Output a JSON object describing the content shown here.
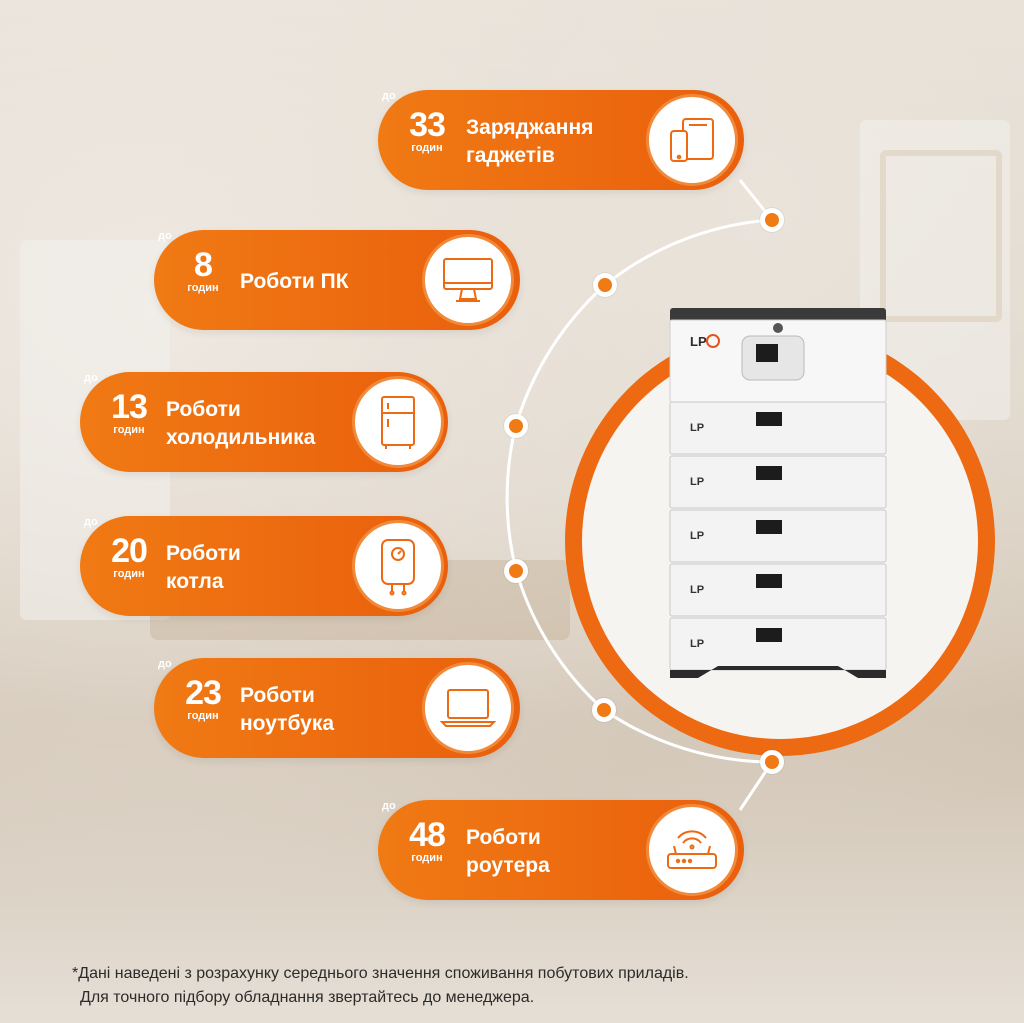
{
  "items": [
    {
      "prefix": "до",
      "number": "33",
      "unit": "годин",
      "label_line1": "Заряджання",
      "label_line2": "гаджетів",
      "icon": "tablet-phone-icon"
    },
    {
      "prefix": "до",
      "number": "8",
      "unit": "годин",
      "label_line1": "Роботи ПК",
      "label_line2": "",
      "icon": "monitor-icon"
    },
    {
      "prefix": "до",
      "number": "13",
      "unit": "годин",
      "label_line1": "Роботи",
      "label_line2": "холодильника",
      "icon": "fridge-icon"
    },
    {
      "prefix": "до",
      "number": "20",
      "unit": "годин",
      "label_line1": "Роботи",
      "label_line2": "котла",
      "icon": "boiler-icon"
    },
    {
      "prefix": "до",
      "number": "23",
      "unit": "годин",
      "label_line1": "Роботи",
      "label_line2": "ноутбука",
      "icon": "laptop-icon"
    },
    {
      "prefix": "до",
      "number": "48",
      "unit": "годин",
      "label_line1": "Роботи",
      "label_line2": "роутера",
      "icon": "router-icon"
    }
  ],
  "battery": {
    "brand": "LP",
    "module_count": 5
  },
  "footnote": {
    "line1": "*Дані наведені з розрахунку середнього значення споживання побутових приладів.",
    "line2": "Для точного підбору обладнання звертайтесь до менеджера."
  },
  "colors": {
    "accent": "#ee6a12",
    "accent_light": "#f07a14",
    "white": "#ffffff"
  }
}
